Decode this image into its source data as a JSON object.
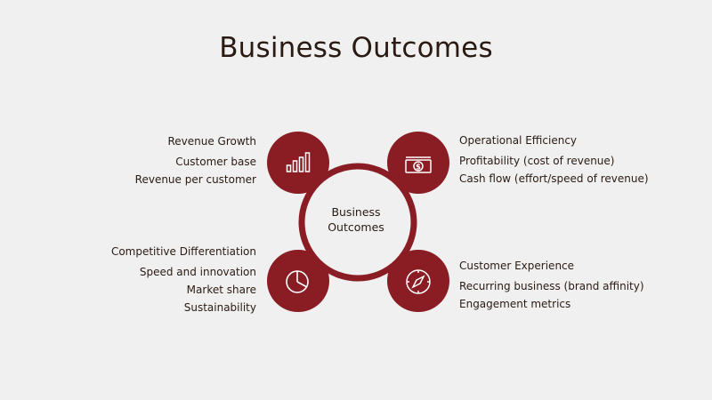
{
  "title": "Business Outcomes",
  "center": {
    "line1": "Business",
    "line2": "Outcomes"
  },
  "colors": {
    "accent": "#8a1c24",
    "background": "#f0f0f0",
    "text": "#2a1a12"
  },
  "groups": [
    {
      "icon": "bar-chart-icon",
      "heading": "Revenue Growth",
      "items": [
        "Customer base",
        "Revenue per customer"
      ]
    },
    {
      "icon": "money-icon",
      "heading": "Operational Efficiency",
      "items": [
        "Profitability (cost of revenue)",
        "Cash flow (effort/speed of revenue)"
      ]
    },
    {
      "icon": "pie-chart-icon",
      "heading": "Competitive Differentiation",
      "items": [
        "Speed and innovation",
        "Market share",
        "Sustainability"
      ]
    },
    {
      "icon": "compass-icon",
      "heading": "Customer Experience",
      "items": [
        "Recurring business (brand affinity)",
        "Engagement metrics"
      ]
    }
  ]
}
